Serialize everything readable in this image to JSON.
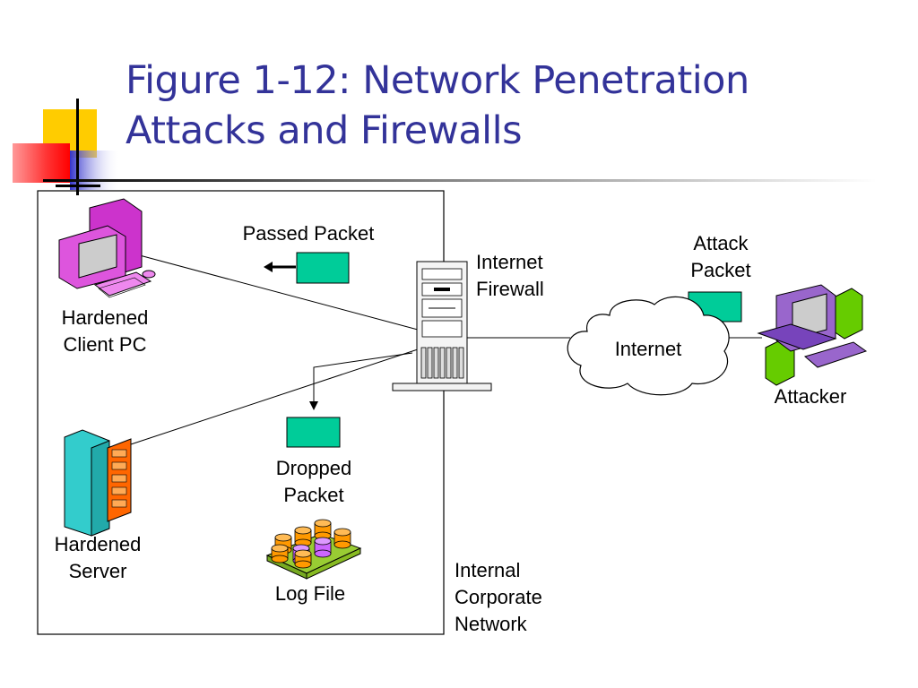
{
  "slide": {
    "title_line1": "Figure 1-12: Network Penetration",
    "title_line2": "Attacks and Firewalls"
  },
  "labels": {
    "passed_packet": "Passed Packet",
    "internet_firewall": "Internet\nFirewall",
    "attack_packet": "Attack\nPacket",
    "internet": "Internet",
    "hardened_client_pc": "Hardened\nClient PC",
    "attacker": "Attacker",
    "dropped_packet": "Dropped\nPacket",
    "hardened_server": "Hardened\nServer",
    "log_file": "Log File",
    "internal_corporate_network": "Internal\nCorporate\nNetwork"
  },
  "icons": {
    "client_pc": "desktop-computer-icon",
    "attacker_pc": "desktop-computer-icon",
    "firewall": "tower-server-icon",
    "server": "rack-server-icon",
    "internet": "cloud-icon",
    "log_file": "database-icon",
    "packet": "packet-icon"
  },
  "colors": {
    "title": "#333399",
    "packet": "#00CC99",
    "client_pc": "#CC33CC",
    "attacker_monitor": "#9966CC",
    "attacker_tower": "#66CC00",
    "server_body": "#33CCCC",
    "server_panel": "#FF6600",
    "log_disk": "#FF9900",
    "log_disk_alt": "#CC66FF",
    "log_board": "#99CC33"
  }
}
